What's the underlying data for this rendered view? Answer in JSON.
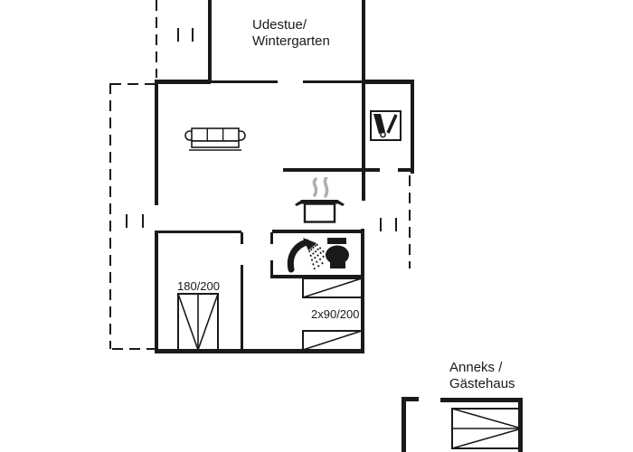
{
  "labels": {
    "conservatory_line1": "Udestue/",
    "conservatory_line2": "Wintergarten",
    "double_bed_size": "180/200",
    "single_beds_size": "2x90/200",
    "annex_line1": "Anneks /",
    "annex_line2": "Gästehaus"
  },
  "icons": {
    "sofa": "sofa-icon",
    "tv": "tv-icon",
    "stove": "cooking-pot-icon",
    "shower": "shower-icon",
    "toilet": "toilet-icon",
    "double_bed": "double-bed-icon",
    "single_beds": "single-bed-icons",
    "annex_bed": "annex-bed-icon"
  },
  "colors": {
    "line": "#1a1a1a",
    "steam": "#b0b0b0",
    "background": "#ffffff"
  }
}
